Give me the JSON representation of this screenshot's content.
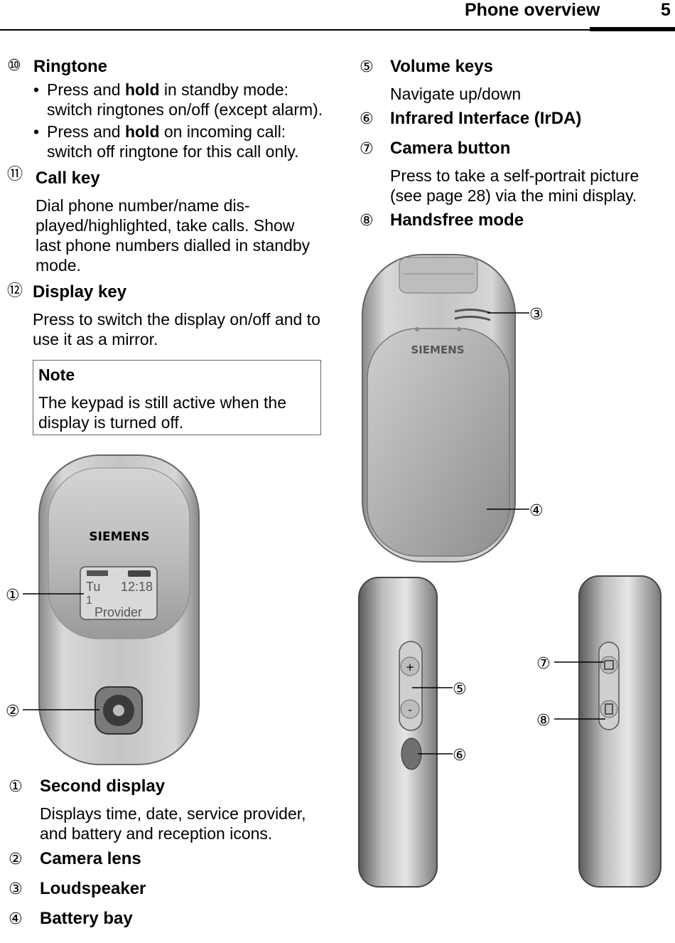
{
  "header": {
    "title": "Phone overview",
    "page": "5"
  },
  "left_items": [
    {
      "num": "⑩",
      "title": "Ringtone"
    },
    {
      "num": "⑪",
      "title": "Call key",
      "text": "Dial phone number/name dis-played/highlighted, take calls. Show last phone numbers dialled in standby mode."
    },
    {
      "num": "⑫",
      "title": "Display key",
      "text": "Press to switch the display on/off and to use it as a mirror."
    }
  ],
  "ringtone_bullets": [
    {
      "pre": "Press and ",
      "bold": "hold",
      "post": " in standby mode: switch ringtones on/off (except alarm)."
    },
    {
      "pre": "Press and ",
      "bold": "hold",
      "post": " on incoming call: switch off ringtone for this call only."
    }
  ],
  "note": {
    "title": "Note",
    "text": "The keypad is still active when the display is turned off."
  },
  "right_items": [
    {
      "num": "⑤",
      "title": "Volume keys",
      "text": "Navigate up/down"
    },
    {
      "num": "⑥",
      "title": "Infrared Interface (IrDA)"
    },
    {
      "num": "⑦",
      "title": "Camera button",
      "text": "Press to take a self-portrait picture (see page 28) via the mini display."
    },
    {
      "num": "⑧",
      "title": "Handsfree mode"
    }
  ],
  "bottom_items": [
    {
      "num": "①",
      "title": "Second display",
      "text": "Displays time, date, service provider, and battery and reception icons."
    },
    {
      "num": "②",
      "title": "Camera lens"
    },
    {
      "num": "③",
      "title": "Loudspeaker"
    },
    {
      "num": "④",
      "title": "Battery bay"
    }
  ],
  "phone": {
    "brand": "SIEMENS",
    "display": {
      "day": "Tu",
      "date": "1",
      "time": "12:18",
      "provider": "Provider"
    },
    "callouts": [
      "①",
      "②",
      "③",
      "④",
      "⑤",
      "⑥",
      "⑦",
      "⑧"
    ],
    "volume_plus": "+",
    "volume_minus": "-"
  }
}
